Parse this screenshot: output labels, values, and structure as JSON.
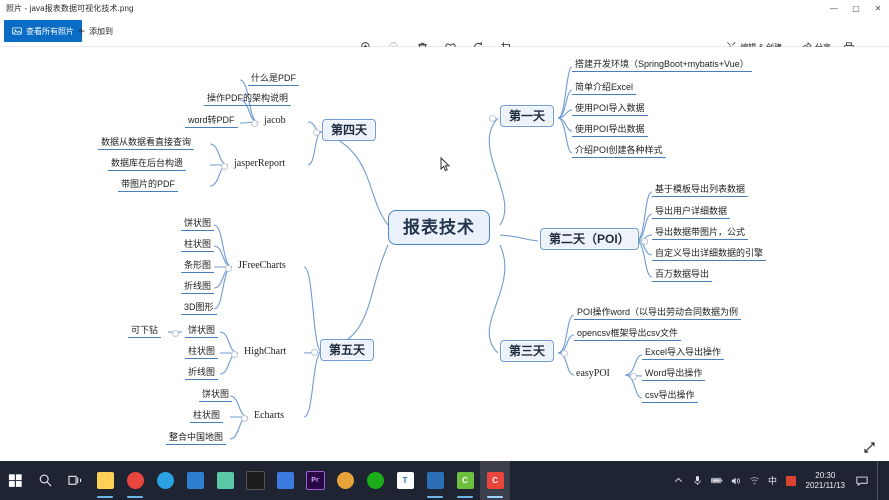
{
  "window": {
    "title": "照片 - java报表数据可视化技术.png",
    "controls": {
      "minimize": "—",
      "maximize": "▢",
      "close": "✕"
    }
  },
  "commandbar": {
    "view_all_label": "查看所有照片",
    "view_all_icon": "photos-icon",
    "add_to_label": "添加到",
    "add_to_icon": "plus-icon",
    "center_tools": [
      {
        "name": "zoom-in-icon",
        "label": "放大",
        "disabled": false
      },
      {
        "name": "zoom-out-icon",
        "label": "缩小",
        "disabled": true
      },
      {
        "name": "delete-icon",
        "label": "删除",
        "disabled": false
      },
      {
        "name": "heart-icon",
        "label": "收藏",
        "disabled": false
      },
      {
        "name": "rotate-icon",
        "label": "旋转",
        "disabled": false
      },
      {
        "name": "crop-icon",
        "label": "裁剪",
        "disabled": false
      }
    ],
    "edit_create_label": "编辑 & 创建",
    "edit_create_caret": "⌄",
    "share_label": "分享",
    "print_icon": "printer-icon",
    "more_label": "…"
  },
  "mindmap": {
    "center": "报表技术",
    "branches": {
      "day1": {
        "label": "第一天",
        "children": [
          "搭建开发环境（SpringBoot+mybatis+Vue）",
          "简单介绍Excel",
          "使用POI导入数据",
          "使用POI导出数据",
          "介绍POI创建各种样式"
        ]
      },
      "day2": {
        "label": "第二天（POI）",
        "children": [
          "基于模板导出列表数据",
          "导出用户详细数据",
          "导出数据带图片，公式",
          "自定义导出详细数据的引擎",
          "百万数据导出"
        ]
      },
      "day3": {
        "label": "第三天",
        "children": [
          "POI操作word（以导出劳动合同数据为例",
          "opencsv框架导出csv文件"
        ],
        "sub": {
          "label": "easyPOI",
          "children": [
            "Excel导入导出操作",
            "Word导出操作",
            "csv导出操作"
          ]
        }
      },
      "day4": {
        "label": "第四天",
        "groups": [
          {
            "label": "jacob",
            "children": [
              "什么是PDF",
              "操作PDF的架构说明",
              "word转PDF"
            ]
          },
          {
            "label": "jasperReport",
            "children": [
              "数据从数据看直接查询",
              "数据库在后台构遗",
              "带图片的PDF"
            ]
          }
        ]
      },
      "day5": {
        "label": "第五天",
        "groups": [
          {
            "label": "JFreeCharts",
            "children": [
              "饼状图",
              "柱状图",
              "条形图",
              "折线图",
              "3D图形"
            ]
          },
          {
            "label": "HighChart",
            "children": [
              "饼状图",
              "柱状图",
              "折线图"
            ],
            "annotation": "可下钻"
          },
          {
            "label": "Echarts",
            "children": [
              "饼状图",
              "柱状图",
              "整合中国地图"
            ]
          }
        ]
      }
    }
  },
  "viewer": {
    "expand_icon": "expand-arrows-icon"
  },
  "taskbar": {
    "start_icon": "windows-start-icon",
    "search_icon": "search-icon",
    "taskview_icon": "task-view-icon",
    "apps": [
      {
        "name": "file-explorer-icon",
        "color": "#ffcf56",
        "letter": ""
      },
      {
        "name": "chrome-icon",
        "color": "#e8453c",
        "letter": ""
      },
      {
        "name": "edge-icon",
        "color": "#2aa1e0",
        "letter": ""
      },
      {
        "name": "store-icon",
        "color": "#2f7fd1",
        "letter": ""
      },
      {
        "name": "paint3d-icon",
        "color": "#5bc8a8",
        "letter": ""
      },
      {
        "name": "terminal-icon",
        "color": "#1c1c1c",
        "letter": ""
      },
      {
        "name": "onenote-icon",
        "color": "#3d7be0",
        "letter": ""
      },
      {
        "name": "premiere-icon",
        "color": "#6b1fa0",
        "letter": "Pr"
      },
      {
        "name": "honeyview-icon",
        "color": "#e8a33a",
        "letter": ""
      },
      {
        "name": "wechat-icon",
        "color": "#1aad19",
        "letter": ""
      },
      {
        "name": "tim-icon",
        "color": "#ffffff",
        "letter": "T"
      },
      {
        "name": "photos-app-icon",
        "color": "#2b6fb8",
        "letter": ""
      },
      {
        "name": "idea-green-icon",
        "color": "#6cbf3f",
        "letter": "C"
      },
      {
        "name": "clion-red-icon",
        "color": "#e8453c",
        "letter": "C"
      }
    ],
    "tray": [
      {
        "name": "tray-chevron-up-icon"
      },
      {
        "name": "tray-microphone-icon"
      },
      {
        "name": "tray-battery-icon"
      },
      {
        "name": "tray-volume-icon"
      },
      {
        "name": "tray-network-icon"
      },
      {
        "name": "tray-ime-icon",
        "label": "中"
      },
      {
        "name": "tray-app-icon"
      }
    ],
    "clock": {
      "time": "20:30",
      "date": "2021/11/13"
    },
    "notification_icon": "notification-icon"
  },
  "colors": {
    "accent": "#0a6cc4",
    "node_border": "#6f9bd1",
    "node_fill": "#eef3fb",
    "link": "#4a7ebb",
    "taskbar": "#1f2433"
  }
}
